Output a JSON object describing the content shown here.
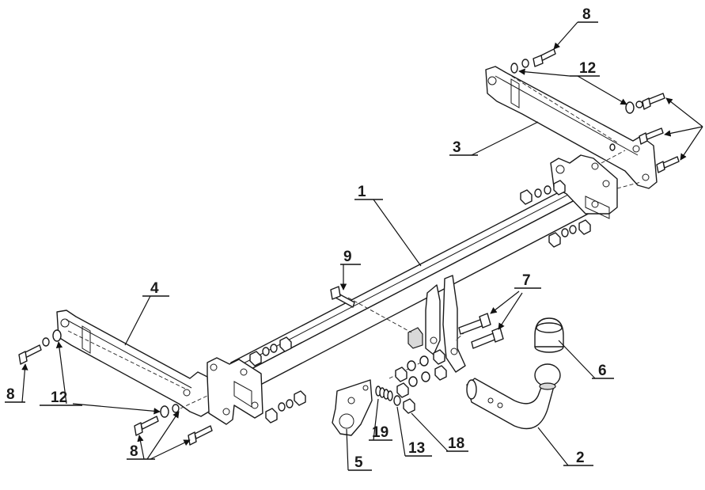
{
  "callouts": [
    {
      "id": "c1",
      "label": "1"
    },
    {
      "id": "c2",
      "label": "2"
    },
    {
      "id": "c3",
      "label": "3"
    },
    {
      "id": "c4",
      "label": "4"
    },
    {
      "id": "c5",
      "label": "5"
    },
    {
      "id": "c6",
      "label": "6"
    },
    {
      "id": "c7",
      "label": "7"
    },
    {
      "id": "c8a",
      "label": "8"
    },
    {
      "id": "c8b",
      "label": "8"
    },
    {
      "id": "c8c",
      "label": "8"
    },
    {
      "id": "c9",
      "label": "9"
    },
    {
      "id": "c12a",
      "label": "12"
    },
    {
      "id": "c12b",
      "label": "12"
    },
    {
      "id": "c13",
      "label": "13"
    },
    {
      "id": "c18",
      "label": "18"
    },
    {
      "id": "c19",
      "label": "19"
    }
  ]
}
